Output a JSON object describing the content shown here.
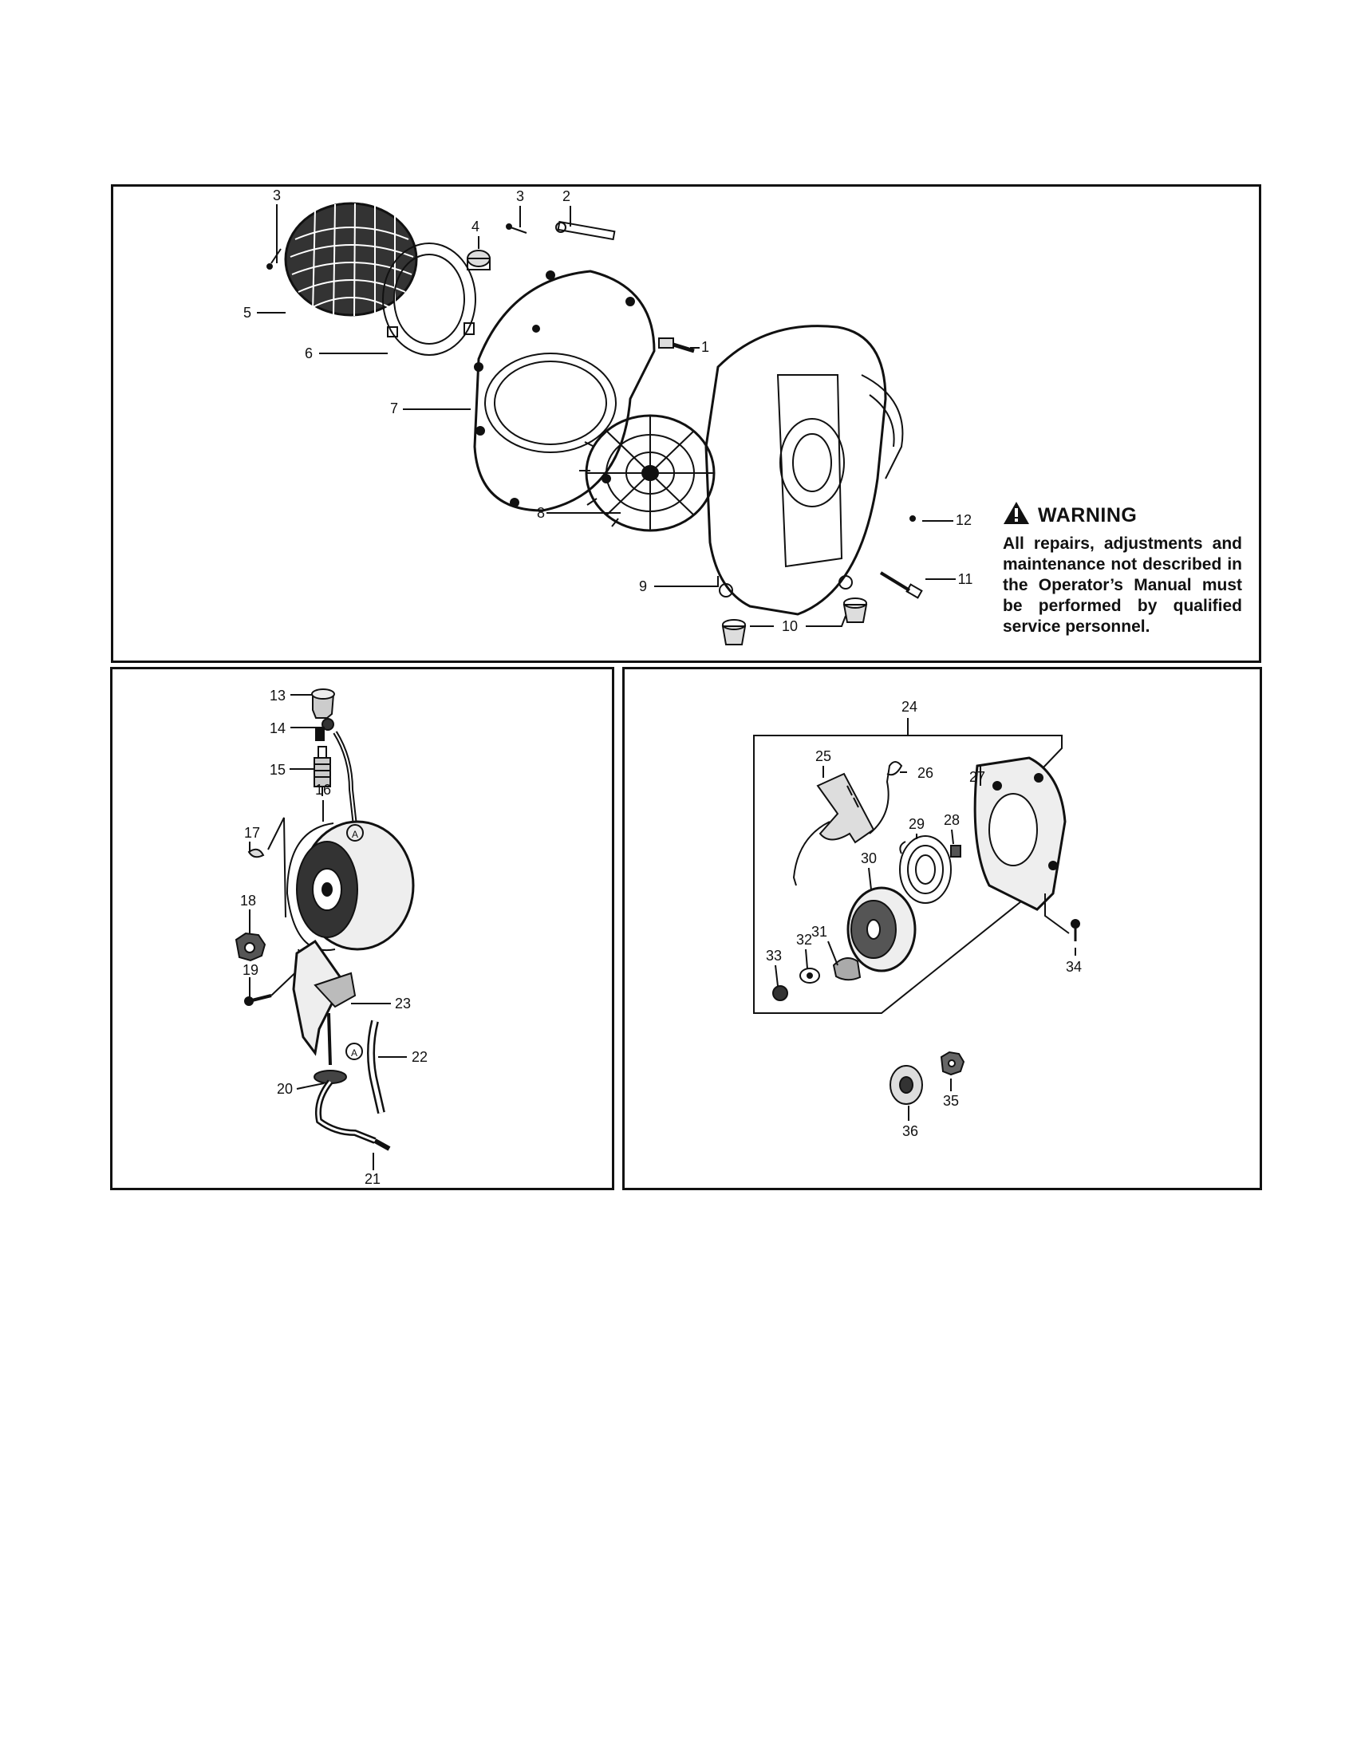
{
  "warning": {
    "title": "WARNING",
    "text": "All repairs, adjustments and maintenance not described in the Operator’s Manual must be performed by qualified service personnel."
  },
  "callouts": {
    "p1": "1",
    "p2": "2",
    "p3a": "3",
    "p3b": "3",
    "p4": "4",
    "p5": "5",
    "p6": "6",
    "p7": "7",
    "p8": "8",
    "p9": "9",
    "p10": "10",
    "p11": "11",
    "p12": "12",
    "p13": "13",
    "p14": "14",
    "p15": "15",
    "p16": "16",
    "p17": "17",
    "p18": "18",
    "p19": "19",
    "p20": "20",
    "p21": "21",
    "p22": "22",
    "p23": "23",
    "p24": "24",
    "p25": "25",
    "p26": "26",
    "p27": "27",
    "p28": "28",
    "p29": "29",
    "p30": "30",
    "p31": "31",
    "p32": "32",
    "p33": "33",
    "p34": "34",
    "p35": "35",
    "p36": "36"
  },
  "markers": {
    "a1": "A",
    "a2": "A"
  },
  "icons": {
    "warning": "warning-triangle-icon"
  }
}
